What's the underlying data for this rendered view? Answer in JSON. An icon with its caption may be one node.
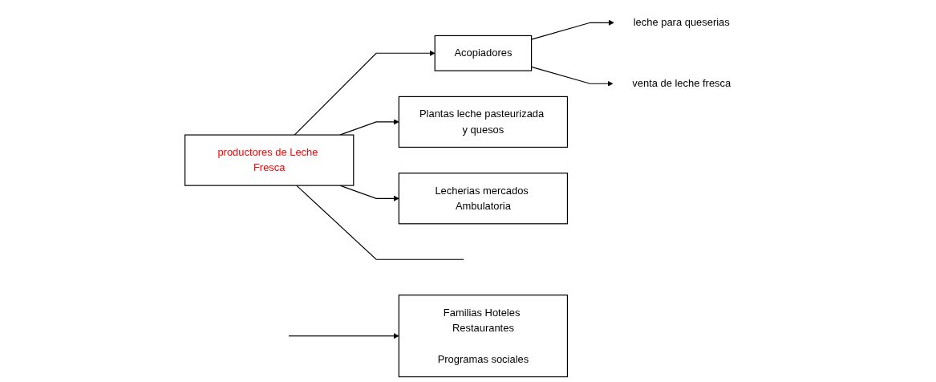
{
  "diagram": {
    "nodes": [
      {
        "text": [
          "productores de Leche Fresca"
        ]
      },
      {
        "text": [
          "Acopiadores"
        ]
      },
      {
        "text": [
          "leche para queserias"
        ]
      },
      {
        "text": [
          "venta de leche fresca"
        ]
      },
      {
        "text": [
          "Plantas leche pasteurizada y quesos"
        ]
      },
      {
        "text": [
          "Lecherias mercados Ambulatoria"
        ]
      },
      {
        "text": [
          "Familias Hoteles Restaurantes",
          "Programas sociales"
        ]
      }
    ],
    "edges": [
      {
        "from": 0,
        "to": 1,
        "arrow": "to"
      },
      {
        "from": 0,
        "to": 4,
        "arrow": "to"
      },
      {
        "from": 0,
        "to": 5,
        "arrow": "to"
      },
      {
        "from": 0,
        "to": null,
        "arrow": "none"
      },
      {
        "from": 1,
        "to": 2,
        "arrow": "to"
      },
      {
        "from": 1,
        "to": 3,
        "arrow": "to"
      },
      {
        "from": null,
        "to": 6,
        "arrow": "to"
      }
    ]
  }
}
